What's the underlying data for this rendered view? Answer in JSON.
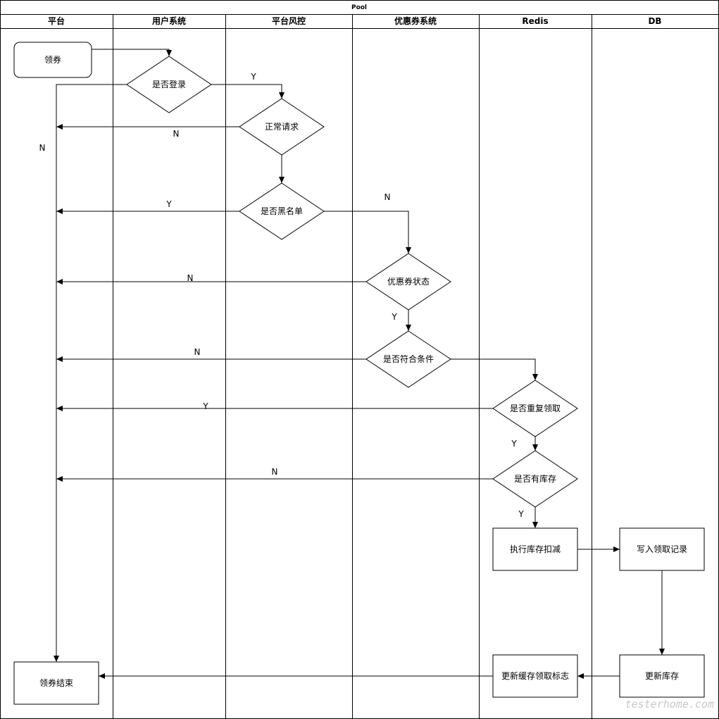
{
  "pool": {
    "title": "Pool"
  },
  "lanes": [
    "平台",
    "用户系统",
    "平台风控",
    "优惠券系统",
    "Redis",
    "DB"
  ],
  "nodes": {
    "start": "领券",
    "login": "是否登录",
    "normal": "正常请求",
    "blacklist": "是否黑名单",
    "coupon_status": "优惠券状态",
    "condition": "是否符合条件",
    "repeat": "是否重复领取",
    "stock": "是否有库存",
    "deduct": "执行库存扣减",
    "write_record": "写入领取记录",
    "update_stock": "更新库存",
    "update_cache": "更新缓存领取标志",
    "end": "领券结束"
  },
  "edge_labels": {
    "login_yes": "Y",
    "login_no": "N",
    "normal_no": "N",
    "blacklist_yes": "Y",
    "blacklist_no": "N",
    "status_no": "N",
    "status_yes": "Y",
    "condition_no": "N",
    "repeat_yes": "Y",
    "repeat_no": "Y",
    "stock_no": "N",
    "stock_yes": "Y"
  },
  "watermark": "testerhome.com"
}
